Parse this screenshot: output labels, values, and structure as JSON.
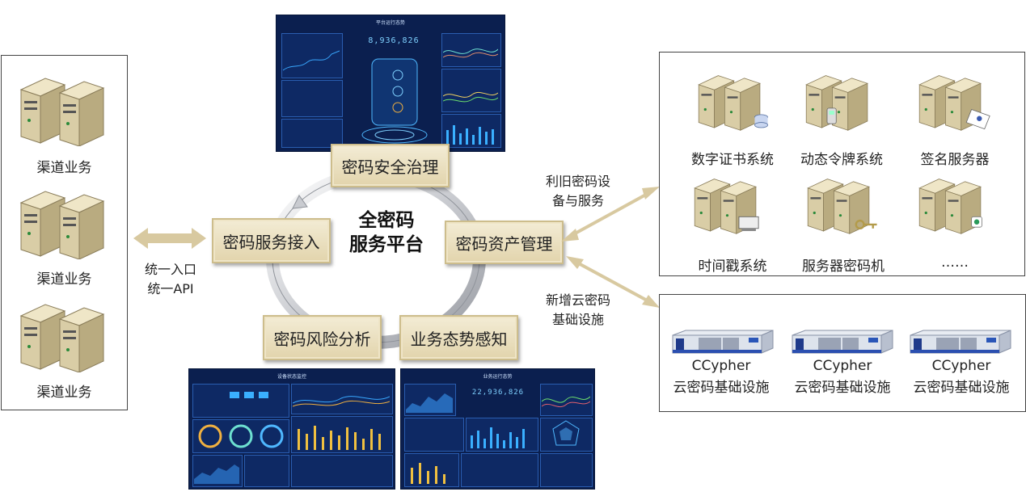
{
  "center": {
    "line1": "全密码",
    "line2": "服务平台"
  },
  "nodes": {
    "governance": "密码安全治理",
    "access": "密码服务接入",
    "asset": "密码资产管理",
    "risk": "密码风险分析",
    "awareness": "业务态势感知"
  },
  "left_panel": {
    "items": [
      "渠道业务",
      "渠道业务",
      "渠道业务"
    ]
  },
  "left_arrow": {
    "line1": "统一入口",
    "line2": "统一API"
  },
  "right_arrow_top": {
    "line1": "利旧密码设",
    "line2": "备与服务"
  },
  "right_arrow_bottom": {
    "line1": "新增云密码",
    "line2": "基础设施"
  },
  "legacy_panel": {
    "items": [
      "数字证书系统",
      "动态令牌系统",
      "签名服务器",
      "时间戳系统",
      "服务器密码机",
      "……"
    ]
  },
  "cloud_panel": {
    "items": [
      {
        "line1": "CCypher",
        "line2": "云密码基础设施"
      },
      {
        "line1": "CCypher",
        "line2": "云密码基础设施"
      },
      {
        "line1": "CCypher",
        "line2": "云密码基础设施"
      }
    ]
  },
  "dashboards": {
    "top": {
      "title": "平台运行态势",
      "counter": "8,936,826"
    },
    "bottom_left": {
      "title": "设备状态监控"
    },
    "bottom_right": {
      "title": "业务运行态势",
      "counter": "22,936,826"
    }
  }
}
